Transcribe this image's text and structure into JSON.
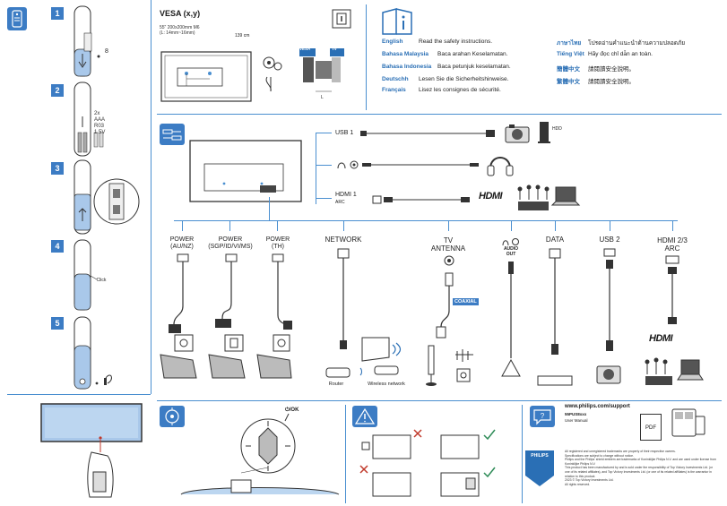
{
  "steps": [
    "1",
    "2",
    "3",
    "4",
    "5"
  ],
  "remote": {
    "step1_screw": "8",
    "battery_count": "2x",
    "battery_type": "AAA",
    "battery_code": "R03",
    "battery_voltage": "1.5V",
    "click_label": "Click"
  },
  "vesa": {
    "title": "VESA (x,y)",
    "size_line1": "55\" 200x200mm M6",
    "size_line2": "(L: 14mm~16mm)",
    "depth": "139 cm",
    "vesa_tag": "VESA",
    "tv_tag": "TV",
    "l_label": "L"
  },
  "safety": [
    {
      "lang": "English",
      "text": "Read the safety instructions."
    },
    {
      "lang": "Bahasa Malaysia",
      "text": "Baca arahan Keselamatan."
    },
    {
      "lang": "Bahasa Indonesia",
      "text": "Baca petunjuk keselamatan."
    },
    {
      "lang": "Deutschh",
      "text": "Lesen Sie die Sicherheitshinweise."
    },
    {
      "lang": "Français",
      "text": "Lisez les consignes de sécurité."
    }
  ],
  "safety_right": [
    {
      "lang": "ภาษาไทย",
      "text": "โปรดอ่านคำแนะนำด้านความปลอดภัย"
    },
    {
      "lang": "Tiếng Việt",
      "text": "Hãy đọc chỉ dẫn an toàn."
    },
    {
      "lang": "簡體中文",
      "text": "請閱讀安全說明。"
    },
    {
      "lang": "繁體中文",
      "text": "請閱讀安全說明。"
    }
  ],
  "connections": {
    "usb1": "USB 1",
    "hdd": "HDD",
    "hdmi1": "HDMI 1",
    "arc": "ARC",
    "hdmi_logo": "HDMI"
  },
  "ports": [
    {
      "label": "POWER\n(AU/NZ)"
    },
    {
      "label": "POWER\n(SGP/ID/VI/MS)"
    },
    {
      "label": "POWER\n(TH)"
    },
    {
      "label": "NETWORK"
    },
    {
      "label": "TV\nANTENNA"
    },
    {
      "label": "AUDIO\nOUT"
    },
    {
      "label": "DATA"
    },
    {
      "label": "USB 2"
    },
    {
      "label": "HDMI 2/3\nARC"
    }
  ],
  "coaxial": "COAXIAL",
  "router": "Router",
  "wireless": "Wireless network",
  "power_ok": "/OK",
  "support": {
    "url": "www.philips.com/support",
    "model": "55PUS8xxx",
    "manual": "User Manual",
    "pdf": "PDF",
    "brand": "PHILIPS"
  },
  "legal": [
    "All registered and unregistered trademarks are property of their respective owners.",
    "Specifications are subject to change without notice.",
    "Philips and the Philips' shield emblem are trademarks of Koninklijke Philips N.V. and are used under license from",
    "Koninklijke Philips N.V.",
    "This product has been manufactured by and is sold under the responsibility of Top Victory Investments Ltd. (or",
    "one of its related affiliates), and Top Victory Investments Ltd. (or one of its related affiliates) is the warrantor in",
    "relation to this product.",
    "2023 © Top Victory Investments Ltd.",
    "All rights reserved."
  ]
}
